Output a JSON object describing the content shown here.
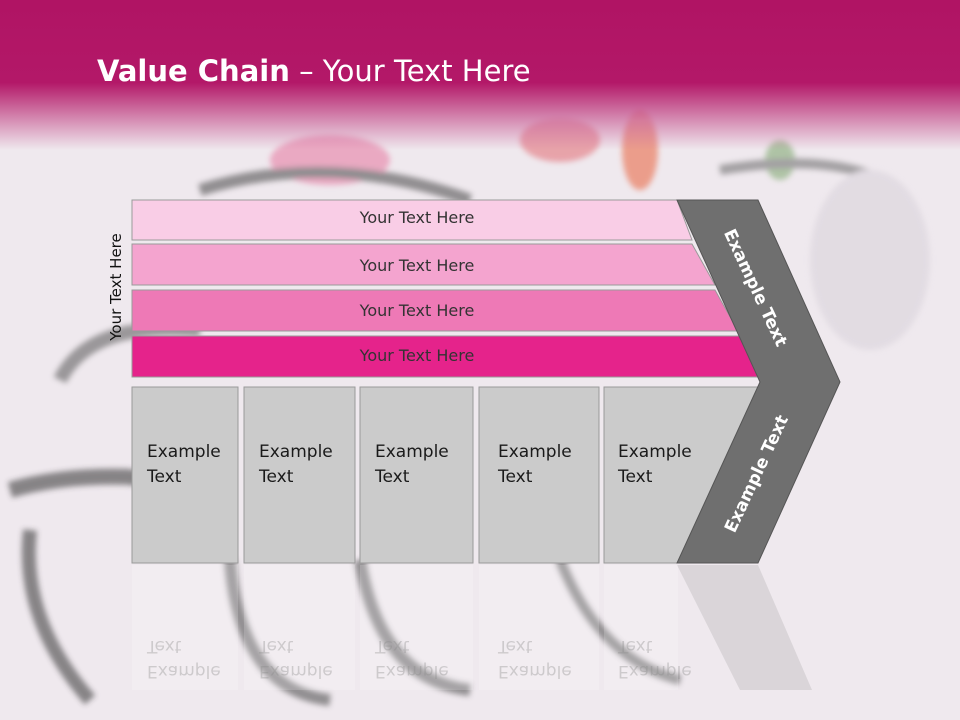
{
  "slide": {
    "title_bold": "Value Chain",
    "title_rest": "– Your Text Here",
    "side_label": "Your Text Here"
  },
  "bands": [
    {
      "label": "Your Text Here",
      "color": "#f9cde6"
    },
    {
      "label": "Your Text Here",
      "color": "#f4a4cf"
    },
    {
      "label": "Your Text Here",
      "color": "#ee79b6"
    },
    {
      "label": "Your Text Here",
      "color": "#e5238b"
    }
  ],
  "columns": [
    {
      "line1": "Example",
      "line2": "Text"
    },
    {
      "line1": "Example",
      "line2": "Text"
    },
    {
      "line1": "Example",
      "line2": "Text"
    },
    {
      "line1": "Example",
      "line2": "Text"
    },
    {
      "line1": "Example",
      "line2": "Text"
    }
  ],
  "arrow": {
    "upper_label": "Example Text",
    "lower_label": "Example Text",
    "color": "#6f6f6f"
  }
}
